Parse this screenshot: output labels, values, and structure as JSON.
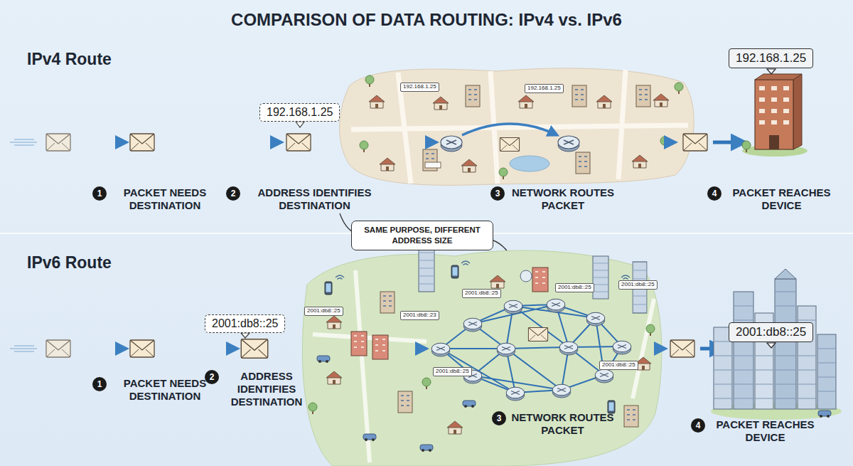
{
  "diagram": {
    "title": "COMPARISON OF DATA ROUTING: IPv4 vs. IPv6",
    "nodes": [
      {
        "text": [
          "192.168.1.25"
        ]
      },
      {
        "text": [
          "192.168.1.25"
        ]
      },
      {
        "text": [
          "192.168.1.25"
        ]
      },
      {
        "text": [
          "192.168.1.25"
        ]
      },
      {
        "text": [
          "1",
          "PACKET NEEDS DESTINATION"
        ]
      },
      {
        "text": [
          "2",
          "ADDRESS IDENTIFIES DESTINATION"
        ]
      },
      {
        "text": [
          "3",
          "NETWORK ROUTES PACKET"
        ]
      },
      {
        "text": [
          "4",
          "PACKET REACHES DEVICE"
        ]
      },
      {
        "text": [
          "SAME PURPOSE, DIFFERENT ADDRESS SIZE"
        ]
      },
      {
        "text": [
          "2001:db8::25"
        ]
      },
      {
        "text": [
          "2001:db8::25"
        ]
      },
      {
        "text": [
          "2001:db8::25"
        ]
      },
      {
        "text": [
          "2001:db8::25"
        ]
      },
      {
        "text": [
          "2001:db8::25"
        ]
      },
      {
        "text": [
          "2001:db8::23"
        ]
      },
      {
        "text": [
          "2001:db8::25"
        ]
      },
      {
        "text": [
          "2001:db8::25"
        ]
      },
      {
        "text": [
          "2001:db8::25"
        ]
      },
      {
        "text": [
          "1",
          "PACKET NEEDS DESTINATION"
        ]
      },
      {
        "text": [
          "2",
          "ADDRESS IDENTIFIES DESTINATION"
        ]
      },
      {
        "text": [
          "3",
          "NETWORK ROUTES PACKET"
        ]
      },
      {
        "text": [
          "4",
          "PACKET REACHES DEVICE"
        ]
      }
    ],
    "labels": [
      "IPv4 Route",
      "IPv6 Route"
    ]
  }
}
